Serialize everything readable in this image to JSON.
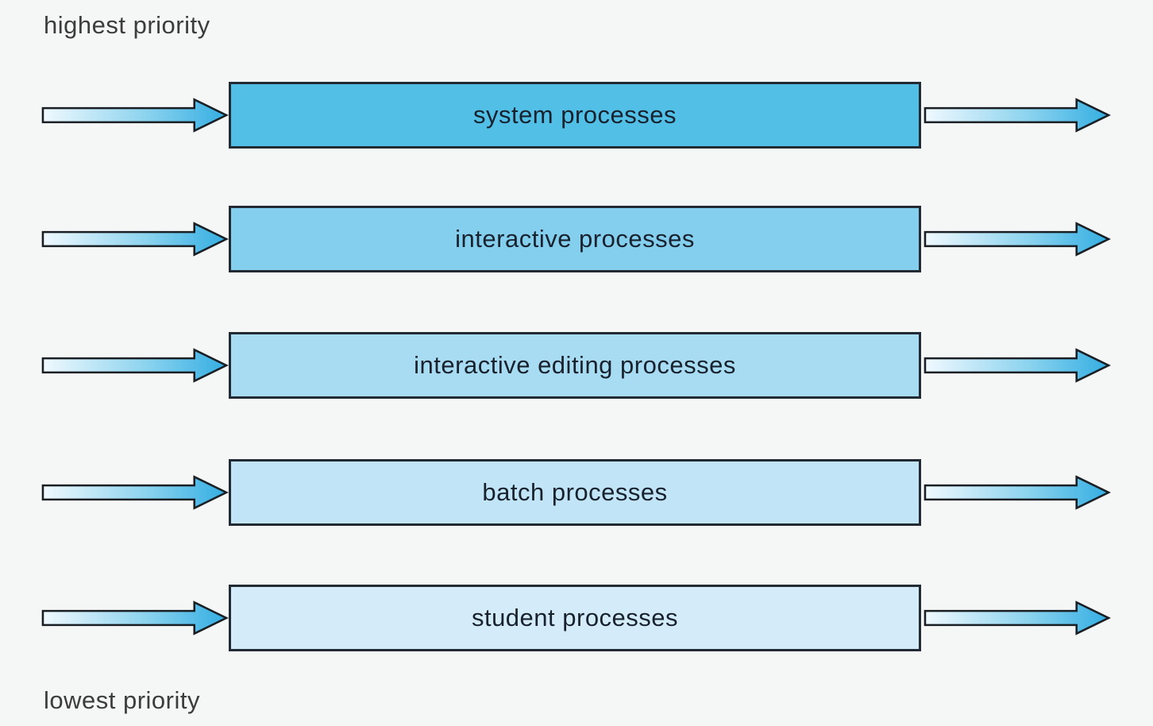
{
  "diagram": {
    "type": "multilevel-queue-scheduling",
    "top_label": "highest priority",
    "bottom_label": "lowest priority"
  },
  "queues": [
    {
      "label": "system processes",
      "color": "#52bfe7"
    },
    {
      "label": "interactive processes",
      "color": "#85cfee"
    },
    {
      "label": "interactive editing processes",
      "color": "#a8dcf2"
    },
    {
      "label": "batch processes",
      "color": "#c1e5f6"
    },
    {
      "label": "student processes",
      "color": "#d4ecf9"
    }
  ],
  "colors": {
    "background": "#f5f6f6",
    "box_border": "#222b33",
    "box_text": "#18222e",
    "outer_text": "#3c3c3c",
    "arrow_outline": "#1a1f24",
    "arrow_gradient_start": "#f0f9fe",
    "arrow_gradient_mid": "#8ed4ef",
    "arrow_gradient_end": "#34aee2"
  }
}
